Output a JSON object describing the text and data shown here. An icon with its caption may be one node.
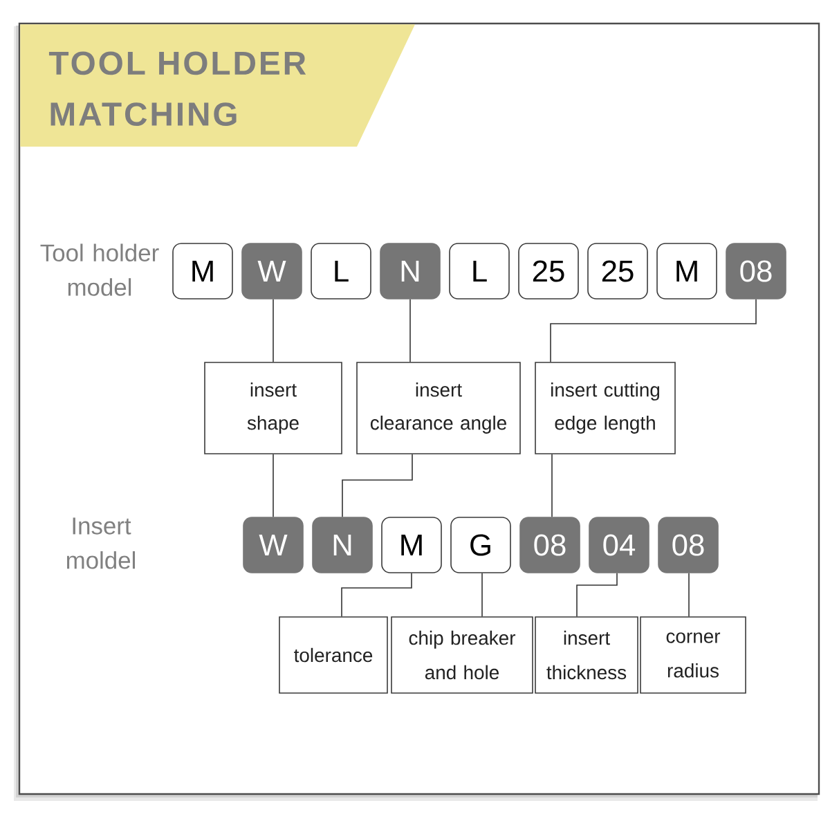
{
  "diagram": {
    "title": "TOOL HOLDER MATCHING",
    "nodes": [
      {
        "text": [
          "M"
        ]
      },
      {
        "text": [
          "W"
        ]
      },
      {
        "text": [
          "L"
        ]
      },
      {
        "text": [
          "N"
        ]
      },
      {
        "text": [
          "L"
        ]
      },
      {
        "text": [
          "25"
        ]
      },
      {
        "text": [
          "25"
        ]
      },
      {
        "text": [
          "M"
        ]
      },
      {
        "text": [
          "08"
        ]
      },
      {
        "text": [
          "insert shape"
        ]
      },
      {
        "text": [
          "insert clearance angle"
        ]
      },
      {
        "text": [
          "insert cutting edge length"
        ]
      },
      {
        "text": [
          "W"
        ]
      },
      {
        "text": [
          "N"
        ]
      },
      {
        "text": [
          "M"
        ]
      },
      {
        "text": [
          "G"
        ]
      },
      {
        "text": [
          "08"
        ]
      },
      {
        "text": [
          "04"
        ]
      },
      {
        "text": [
          "08"
        ]
      },
      {
        "text": [
          "tolerance"
        ]
      },
      {
        "text": [
          "chip breaker and hole"
        ]
      },
      {
        "text": [
          "insert thickness"
        ]
      },
      {
        "text": [
          "corner radius"
        ]
      }
    ],
    "edges": [
      {
        "from": 1,
        "to": 9,
        "arrow": "none"
      },
      {
        "from": 3,
        "to": 10,
        "arrow": "none"
      },
      {
        "from": 8,
        "to": 11,
        "arrow": "none"
      },
      {
        "from": 9,
        "to": 12,
        "arrow": "none"
      },
      {
        "from": 10,
        "to": 13,
        "arrow": "none"
      },
      {
        "from": 11,
        "to": 16,
        "arrow": "none"
      },
      {
        "from": 14,
        "to": 19,
        "arrow": "none"
      },
      {
        "from": 15,
        "to": 20,
        "arrow": "none"
      },
      {
        "from": 17,
        "to": 21,
        "arrow": "none"
      },
      {
        "from": 18,
        "to": 22,
        "arrow": "none"
      }
    ],
    "labels": [
      "Tool holder model",
      "Insert moldel"
    ]
  }
}
